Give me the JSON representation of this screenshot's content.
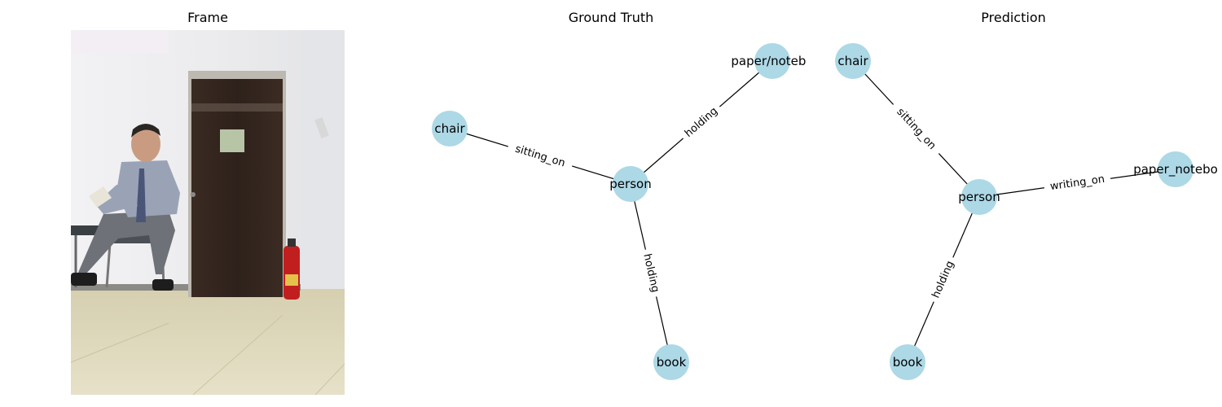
{
  "panels": {
    "frame_title": "Frame",
    "ground_truth_title": "Ground Truth",
    "prediction_title": "Prediction"
  },
  "colors": {
    "node_fill": "#add8e6",
    "edge": "#000000"
  },
  "graphs": {
    "ground_truth": {
      "nodes": [
        {
          "id": "person",
          "label": "person"
        },
        {
          "id": "chair",
          "label": "chair"
        },
        {
          "id": "paper",
          "label": "paper/notebo"
        },
        {
          "id": "book",
          "label": "book"
        }
      ],
      "edges": [
        {
          "from": "person",
          "to": "chair",
          "label": "sitting_on"
        },
        {
          "from": "person",
          "to": "paper",
          "label": "holding"
        },
        {
          "from": "person",
          "to": "book",
          "label": "holding"
        }
      ]
    },
    "prediction": {
      "nodes": [
        {
          "id": "person",
          "label": "person"
        },
        {
          "id": "chair",
          "label": "chair"
        },
        {
          "id": "paper",
          "label": "paper_notebo"
        },
        {
          "id": "book",
          "label": "book"
        }
      ],
      "edges": [
        {
          "from": "person",
          "to": "chair",
          "label": "sitting_on"
        },
        {
          "from": "person",
          "to": "paper",
          "label": "writing_on"
        },
        {
          "from": "person",
          "to": "book",
          "label": "holding"
        }
      ]
    }
  }
}
